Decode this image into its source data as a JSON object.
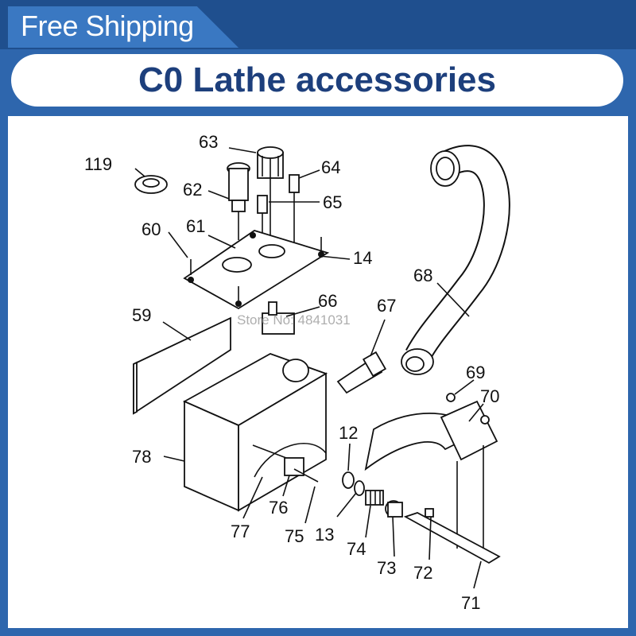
{
  "banner": {
    "shipping_text": "Free Shipping",
    "title": "C0 Lathe accessories"
  },
  "watermark": "Store No: 4841031",
  "parts": [
    "119",
    "63",
    "64",
    "62",
    "65",
    "60",
    "61",
    "14",
    "66",
    "67",
    "68",
    "59",
    "69",
    "70",
    "12",
    "78",
    "13",
    "76",
    "77",
    "75",
    "74",
    "73",
    "72",
    "71"
  ],
  "colors": {
    "frame": "#2e66ad",
    "topband": "#1f4f8e",
    "tab": "#3a78c2",
    "title": "#1d3f7c"
  }
}
